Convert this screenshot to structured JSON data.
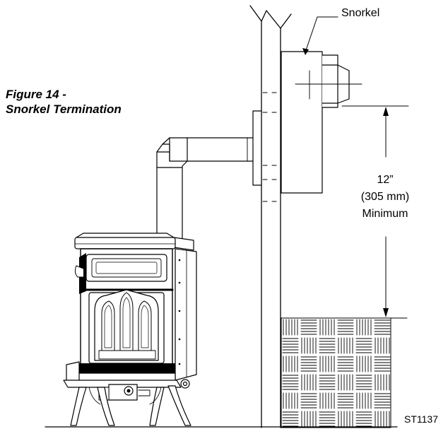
{
  "figure": {
    "title_line1": "Figure 14 -",
    "title_line2": "Snorkel Termination"
  },
  "labels": {
    "snorkel": "Snorkel",
    "dimension_value": "12”",
    "dimension_metric": "(305 mm)",
    "dimension_note": "Minimum",
    "drawing_code": "ST1137"
  },
  "colors": {
    "line": "#000000",
    "fill": "#ffffff"
  }
}
